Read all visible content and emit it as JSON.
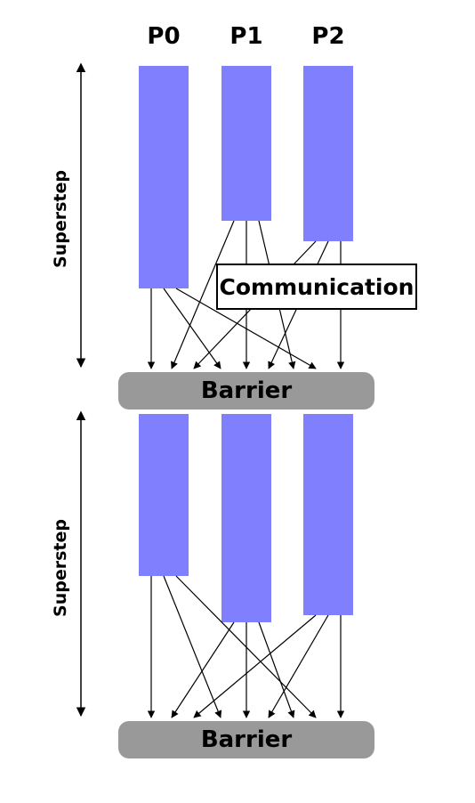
{
  "processors": [
    "P0",
    "P1",
    "P2"
  ],
  "communication_label": "Communication",
  "supersteps": [
    {
      "label": "Superstep",
      "barrier_label": "Barrier"
    },
    {
      "label": "Superstep",
      "barrier_label": "Barrier"
    }
  ],
  "colors": {
    "processor_bar": "#8080ff",
    "barrier": "#999999",
    "arrow": "#000000"
  }
}
